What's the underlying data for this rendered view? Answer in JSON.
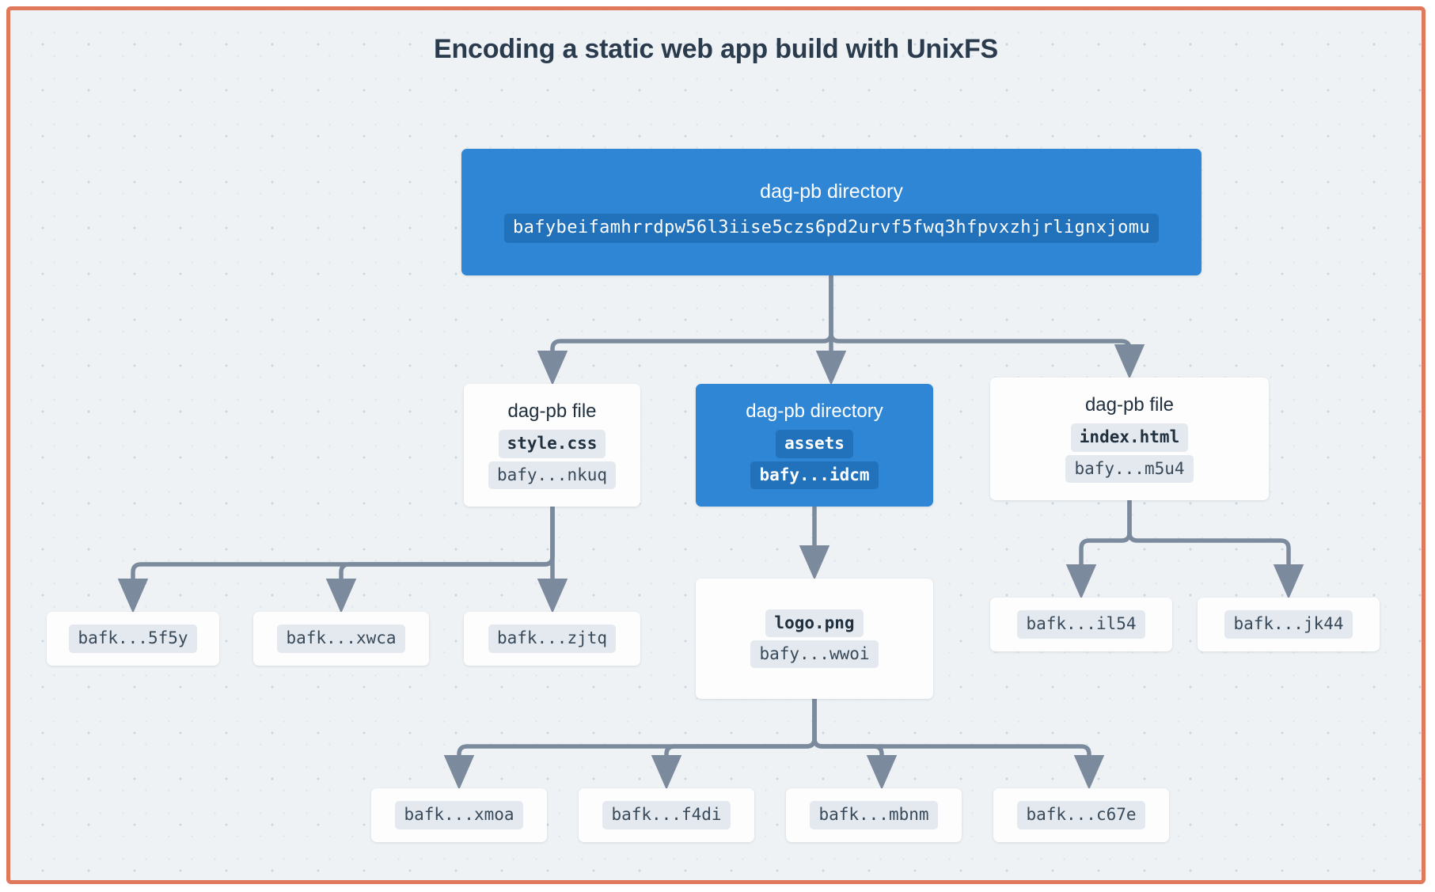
{
  "page": {
    "title": "Encoding a static web app build with UnixFS",
    "border_color": "#e0785c",
    "canvas_color": "#eef2f5",
    "accent_color": "#2e86d4",
    "wire_color": "#7b8a9c"
  },
  "nodes": {
    "root": {
      "type_label": "dag-pb directory",
      "cid": "bafybeifamhrrdpw56l3iise5czs6pd2urvf5fwq3hfpvxzhjrlignxjomu"
    },
    "style": {
      "type_label": "dag-pb file",
      "name": "style.css",
      "cid": "bafy...nkuq"
    },
    "assets": {
      "type_label": "dag-pb directory",
      "name": "assets",
      "cid": "bafy...idcm"
    },
    "index": {
      "type_label": "dag-pb file",
      "name": "index.html",
      "cid": "bafy...m5u4"
    },
    "logo": {
      "name": "logo.png",
      "cid": "bafy...wwoi"
    }
  },
  "leaves": {
    "style_blocks": [
      "bafk...5f5y",
      "bafk...xwca",
      "bafk...zjtq"
    ],
    "index_blocks": [
      "bafk...il54",
      "bafk...jk44"
    ],
    "logo_blocks": [
      "bafk...xmoa",
      "bafk...f4di",
      "bafk...mbnm",
      "bafk...c67e"
    ]
  }
}
